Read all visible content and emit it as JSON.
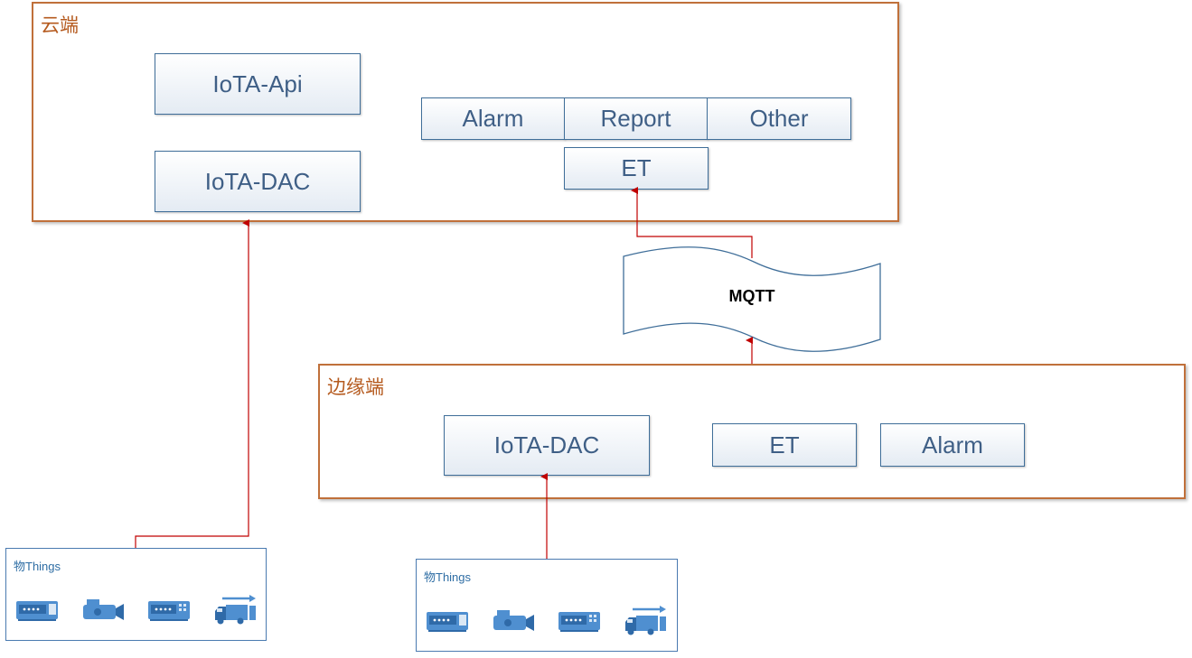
{
  "cloud": {
    "label": "云端",
    "iota_api": "IoTA-Api",
    "iota_dac": "IoTA-DAC",
    "alarm": "Alarm",
    "report": "Report",
    "other": "Other",
    "et": "ET"
  },
  "mqtt": {
    "label": "MQTT"
  },
  "edge": {
    "label": "边缘端",
    "iota_dac": "IoTA-DAC",
    "et": "ET",
    "alarm": "Alarm"
  },
  "things_left": {
    "label": "物Things",
    "devices": [
      "server-appliance-icon",
      "camera-icon",
      "network-switch-icon",
      "truck-icon"
    ]
  },
  "things_right": {
    "label": "物Things",
    "devices": [
      "server-appliance-icon",
      "camera-icon",
      "network-switch-icon",
      "truck-icon"
    ]
  },
  "colors": {
    "region_border": "#c0703a",
    "region_label": "#b55a1e",
    "box_border": "#3f6e99",
    "box_text": "#3f5f86",
    "connector": "#c00000",
    "device": "#4f8fd0"
  }
}
